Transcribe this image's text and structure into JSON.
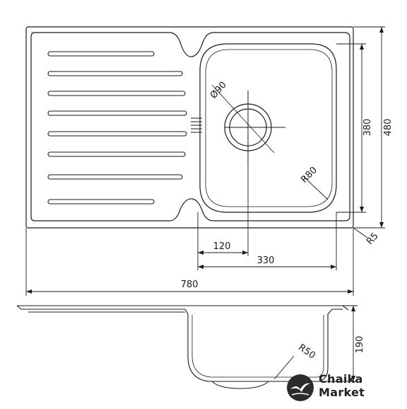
{
  "dimensions": {
    "overall_width": "780",
    "overall_depth": "480",
    "bowl_depth": "380",
    "bowl_offset": "330",
    "drain_offset": "120",
    "drain_diameter": "Ø90",
    "bowl_corner_radius": "R80",
    "outer_corner_radius": "R5",
    "bowl_height": "190",
    "bowl_bottom_radius": "R50"
  },
  "logo": {
    "line1": "Chaika",
    "line2": "Market",
    "icon": "seagull-icon"
  },
  "colors": {
    "line": "#1a1a1a",
    "logo_circle": "#2b2b2b"
  }
}
